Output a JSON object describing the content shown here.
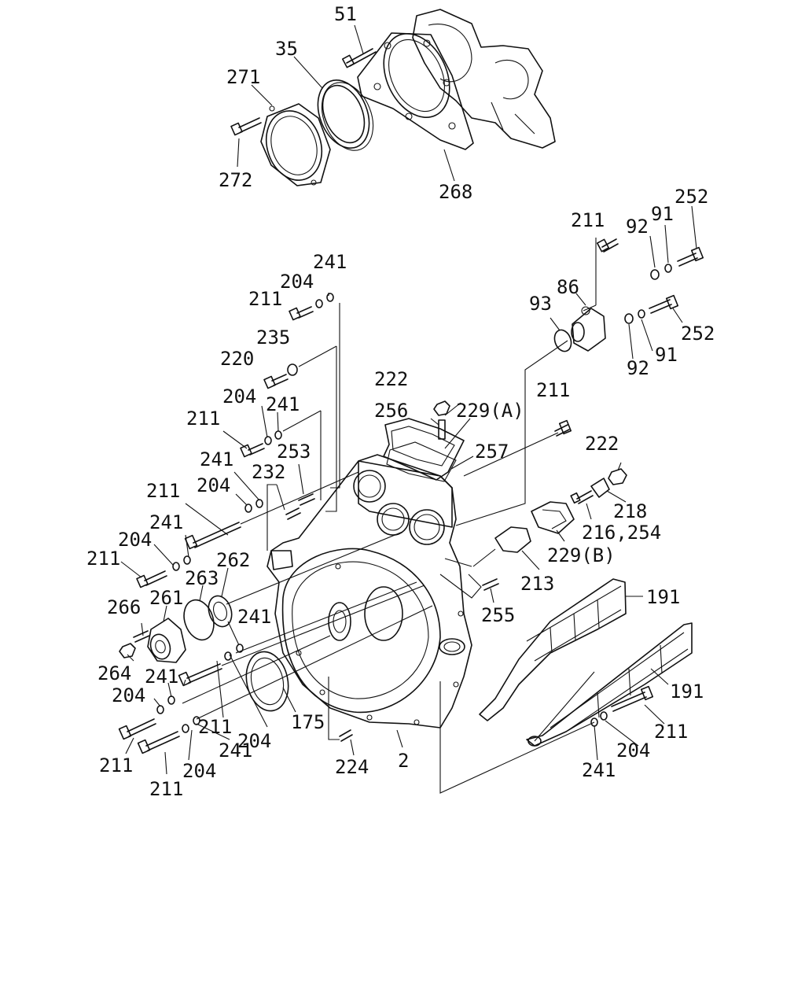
{
  "labels": {
    "l51": "51",
    "l35": "35",
    "l271": "271",
    "l272": "272",
    "l268": "268",
    "l211_a": "211",
    "l92_a": "92",
    "l91_a": "91",
    "l252_a": "252",
    "l86": "86",
    "l93": "93",
    "l252_b": "252",
    "l92_b": "92",
    "l91_b": "91",
    "l241_a": "241",
    "l204_a": "204",
    "l211_b": "211",
    "l235": "235",
    "l220": "220",
    "l222_a": "222",
    "l256": "256",
    "l229a": "229(A)",
    "l211_c": "211",
    "l204_b": "204",
    "l241_b": "241",
    "l211_d": "211",
    "l257": "257",
    "l253": "253",
    "l241_c": "241",
    "l204_c": "204",
    "l232": "232",
    "l211_e": "211",
    "l222_b": "222",
    "l218": "218",
    "l216_254": "216,254",
    "l241_d": "241",
    "l204_d": "204",
    "l211_f": "211",
    "l262": "262",
    "l263": "263",
    "l261": "261",
    "l266": "266",
    "l229b": "229(B)",
    "l213": "213",
    "l191_a": "191",
    "l255": "255",
    "l241_e": "241",
    "l264": "264",
    "l241_f": "241",
    "l204_e": "204",
    "l211_g": "211",
    "l204_f": "204",
    "l175": "175",
    "l241_g": "241",
    "l191_b": "191",
    "l211_h": "211",
    "l204_g": "204",
    "l224": "224",
    "l2": "2",
    "l211_i": "211",
    "l204_h": "204",
    "l211_j": "211",
    "l241_h": "241"
  }
}
